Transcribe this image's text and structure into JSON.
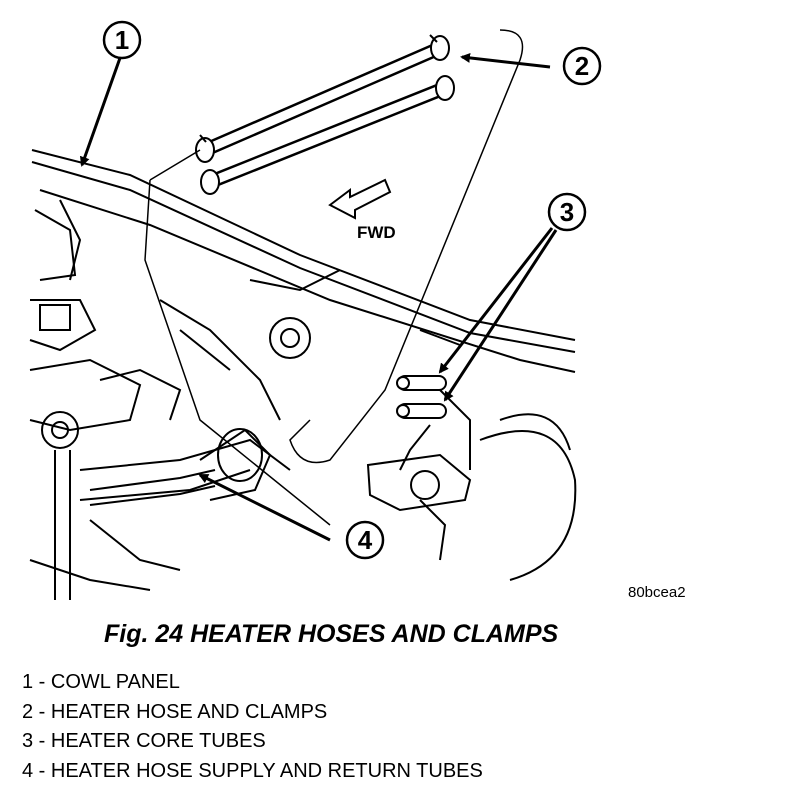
{
  "figure": {
    "caption": "Fig. 24 HEATER HOSES AND CLAMPS",
    "image_code": "80bcea2",
    "direction_label": "FWD"
  },
  "callouts": [
    "1",
    "2",
    "3",
    "4"
  ],
  "legend": [
    {
      "number": "1",
      "text": "1 - COWL PANEL"
    },
    {
      "number": "2",
      "text": "2 - HEATER HOSE AND CLAMPS"
    },
    {
      "number": "3",
      "text": "3 - HEATER CORE TUBES"
    },
    {
      "number": "4",
      "text": "4 - HEATER HOSE SUPPLY AND RETURN TUBES"
    }
  ]
}
